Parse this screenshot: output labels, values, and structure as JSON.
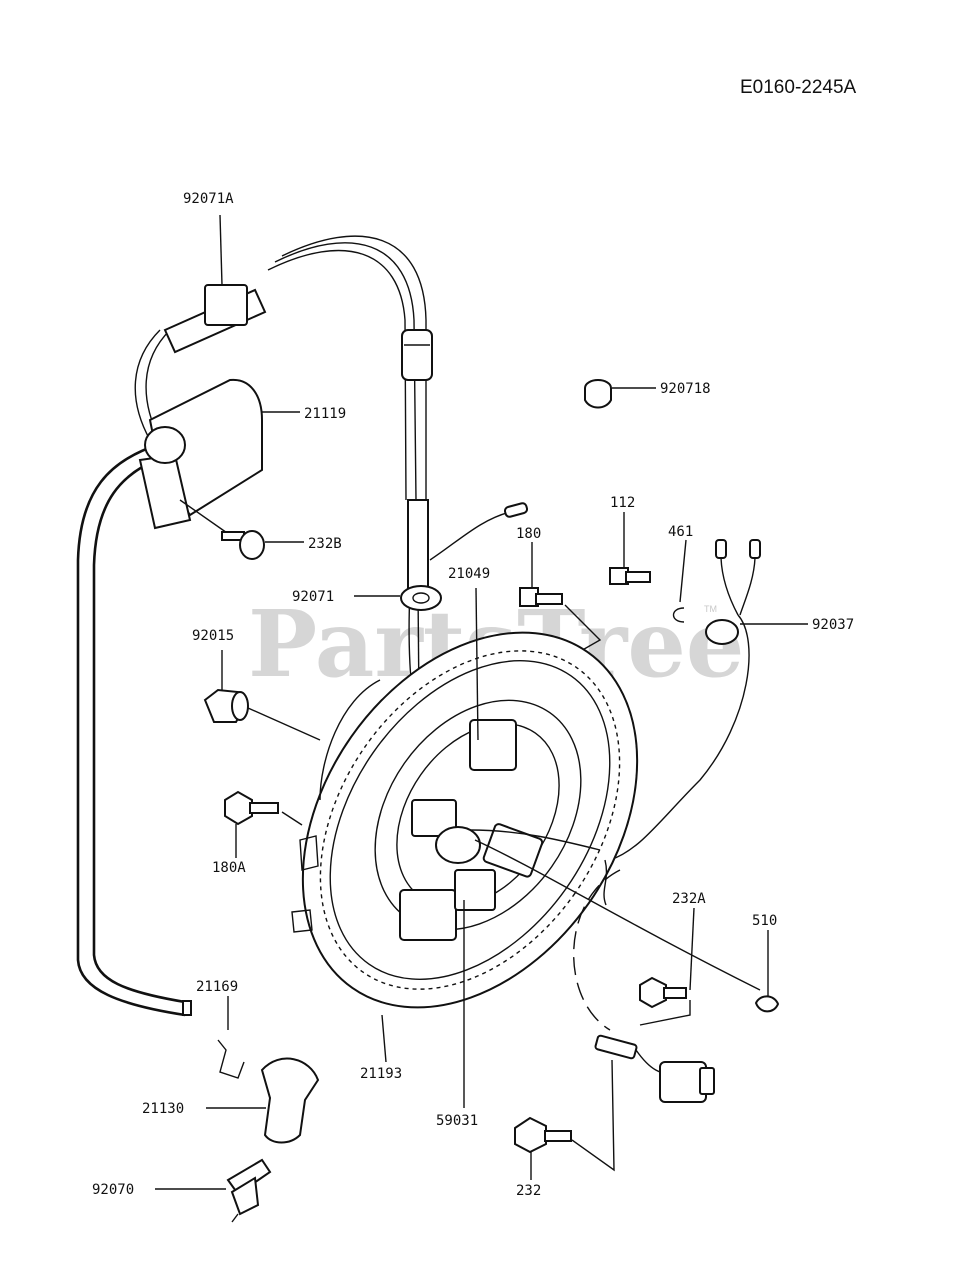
{
  "diagram_code": "E0160-2245A",
  "watermark": "PartsTree",
  "trademark": "TM",
  "part_labels": {
    "p92071A": "92071A",
    "p21119": "21119",
    "p232B": "232B",
    "p920718": "920718",
    "p112": "112",
    "p180": "180",
    "p461": "461",
    "p21049": "21049",
    "p92071": "92071",
    "p92037": "92037",
    "p92015": "92015",
    "p180A": "180A",
    "p232A": "232A",
    "p510": "510",
    "p21169": "21169",
    "p21193": "21193",
    "p59031": "59031",
    "p21130": "21130",
    "p232": "232",
    "p92070": "92070"
  }
}
